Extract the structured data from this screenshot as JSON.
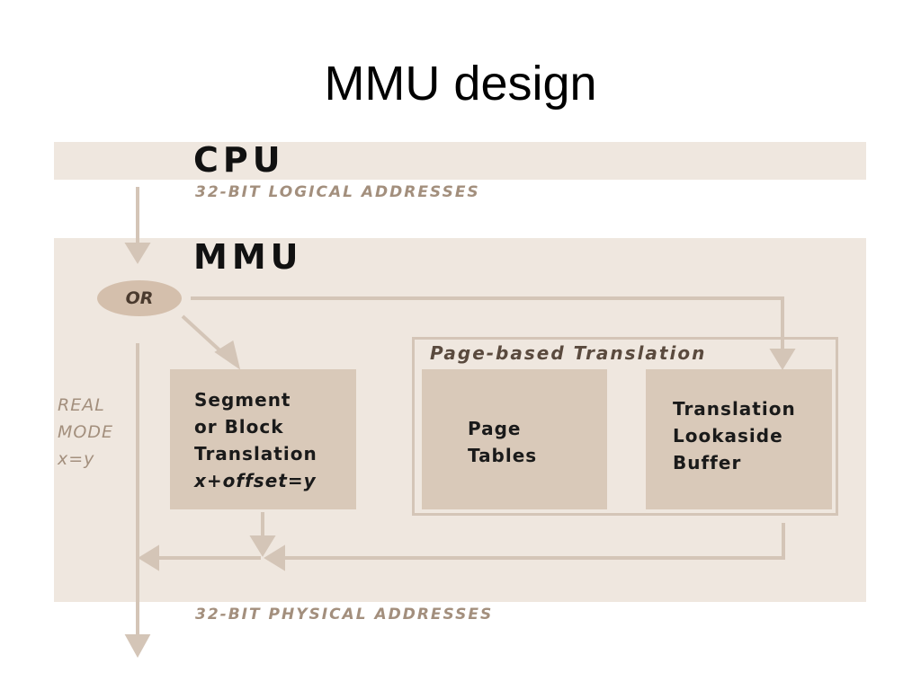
{
  "slide": {
    "title": "MMU design"
  },
  "cpu": {
    "heading": "CPU",
    "caption": "32-BIT LOGICAL ADDRESSES"
  },
  "mmu": {
    "heading": "MMU",
    "caption": "32-BIT PHYSICAL ADDRESSES"
  },
  "or_node": {
    "label": "OR"
  },
  "real_mode": {
    "line1": "REAL",
    "line2": "MODE",
    "line3": "x=y"
  },
  "segment_box": {
    "line1": "Segment",
    "line2": "or Block",
    "line3": "Translation",
    "line4": "x+offset=y"
  },
  "page_group": {
    "title": "Page-based Translation"
  },
  "page_tables": {
    "line1": "Page",
    "line2": "Tables"
  },
  "tlb": {
    "line1": "Translation",
    "line2": "Lookaside",
    "line3": "Buffer"
  },
  "colors": {
    "band": "#efe7df",
    "box": "#d9c9b9",
    "arrow": "#d4c5b7",
    "caption": "#a38f7d"
  }
}
